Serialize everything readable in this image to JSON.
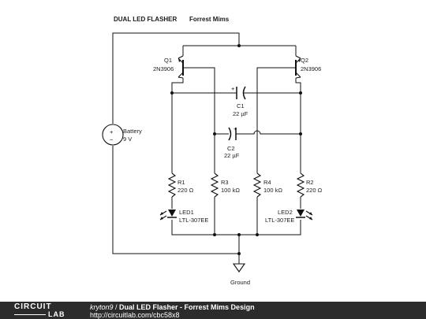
{
  "header": {
    "title": "DUAL LED FLASHER",
    "author": "Forrest Mims"
  },
  "components": {
    "q1": {
      "ref": "Q1",
      "part": "2N3906"
    },
    "q2": {
      "ref": "Q2",
      "part": "2N3906"
    },
    "c1": {
      "ref": "C1",
      "value": "22 µF"
    },
    "c2": {
      "ref": "C2",
      "value": "22 µF"
    },
    "battery": {
      "ref": "Battery",
      "value": "9 V",
      "plus": "+",
      "minus": "−"
    },
    "r1": {
      "ref": "R1",
      "value": "220 Ω"
    },
    "r2": {
      "ref": "R2",
      "value": "220 Ω"
    },
    "r3": {
      "ref": "R3",
      "value": "100 kΩ"
    },
    "r4": {
      "ref": "R4",
      "value": "100 kΩ"
    },
    "led1": {
      "ref": "LED1",
      "part": "LTL-307EE"
    },
    "led2": {
      "ref": "LED2",
      "part": "LTL-307EE"
    },
    "ground": {
      "label": "Ground"
    },
    "polarity_mark": "+"
  },
  "footer": {
    "logo_top": "CIRCUIT",
    "logo_bottom": "LAB",
    "username": "kryton9",
    "separator": " / ",
    "design_title": "Dual LED Flasher - Forrest Mims Design",
    "url": "http://circuitlab.com/cbc58x8"
  }
}
